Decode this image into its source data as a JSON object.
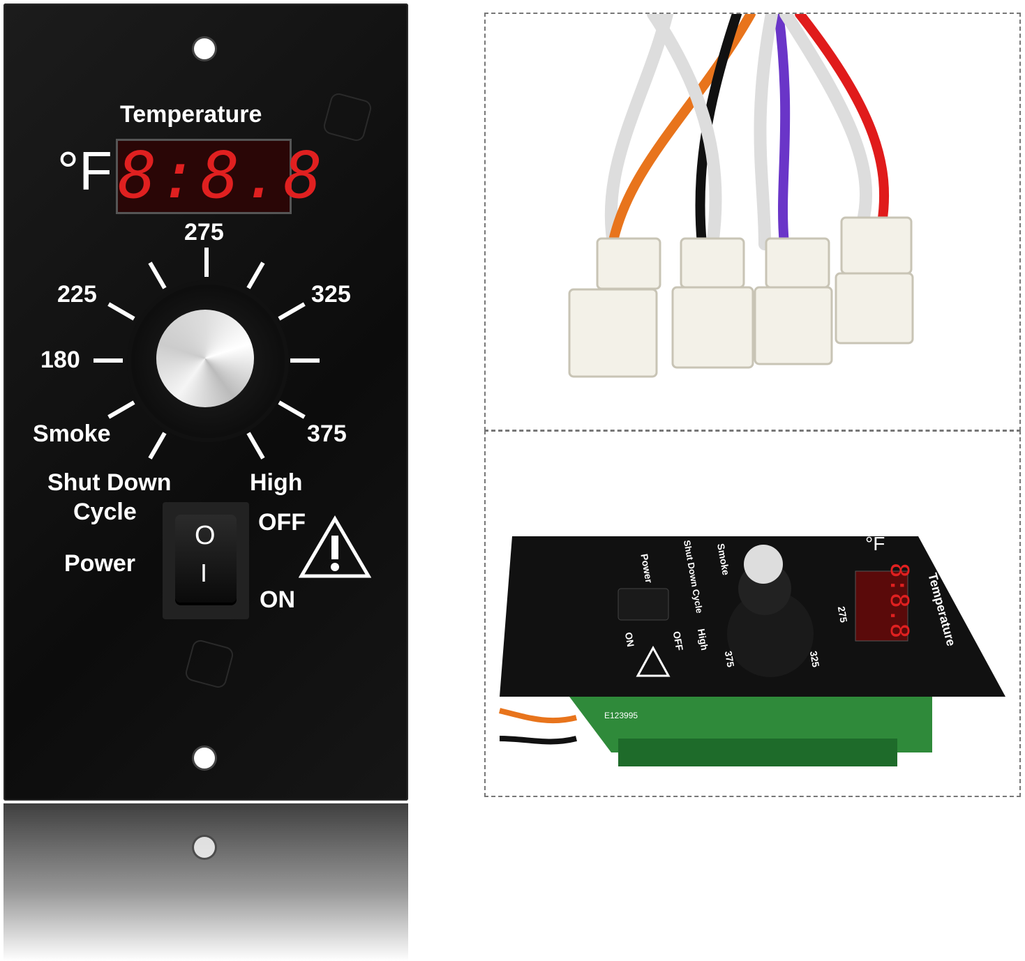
{
  "panel": {
    "title": "Temperature",
    "unit": "°F",
    "display_value": "8:8.8",
    "dial_labels": {
      "t180": "180",
      "t225": "225",
      "t275": "275",
      "t325": "325",
      "t375": "375",
      "smoke": "Smoke",
      "high": "High",
      "shutdown": "Shut Down",
      "cycle": "Cycle"
    },
    "power_label": "Power",
    "switch_on_symbol": "I",
    "switch_off_symbol": "O",
    "off_label": "OFF",
    "on_label": "ON",
    "warning_icon": "warning-triangle-icon"
  },
  "side_view": {
    "title": "Temperature",
    "unit": "°F",
    "labels": [
      "275",
      "325",
      "375",
      "High",
      "OFF",
      "ON",
      "Power",
      "Shut Down Cycle",
      "Smoke"
    ],
    "pcb_text": "E123995"
  },
  "colors": {
    "panel": "#111111",
    "led": "#e02020",
    "wire_orange": "#e8741c",
    "wire_purple": "#6a35c8",
    "wire_red": "#e01b1b",
    "wire_black": "#111111",
    "pcb": "#2f8a3a"
  }
}
